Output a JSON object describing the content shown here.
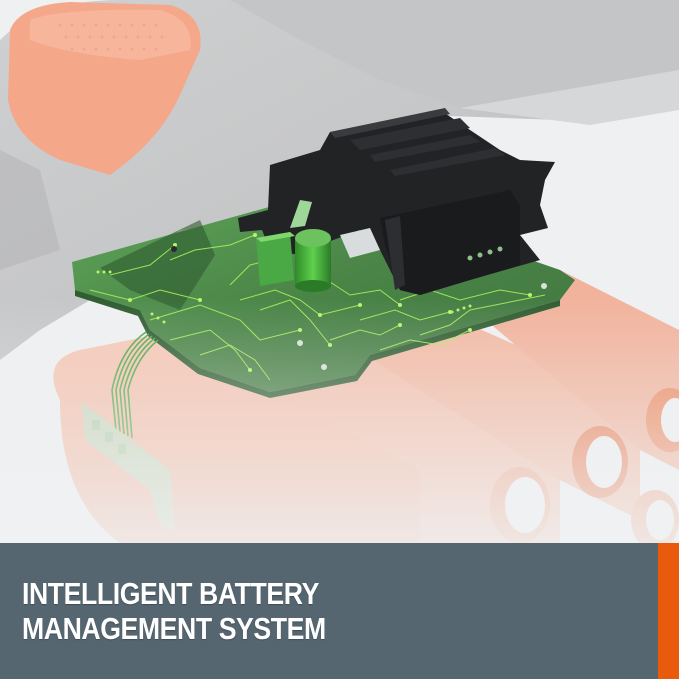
{
  "image": {
    "subject": "battery-pack-cutaway-with-pcb",
    "description_visible": [
      "orange tool trigger (faded)",
      "black connector housing",
      "green PCB with traces",
      "green capacitor",
      "ribbon cable",
      "orange 18650 cells (faded)"
    ]
  },
  "banner": {
    "headline_line1": "INTELLIGENT BATTERY",
    "headline_line2": "MANAGEMENT SYSTEM",
    "background_color": "#566670",
    "accent_color": "#e85a0c",
    "text_color": "#ffffff"
  },
  "colors": {
    "scene_bg": "#eef0f1",
    "housing_gray": "#c9cacb",
    "trigger_orange": "#f4a889",
    "pcb_green": "#4e8a4c",
    "trace_green": "#a8f05a",
    "connector_black": "#1e1f21",
    "cell_orange": "#f3b9a3"
  }
}
